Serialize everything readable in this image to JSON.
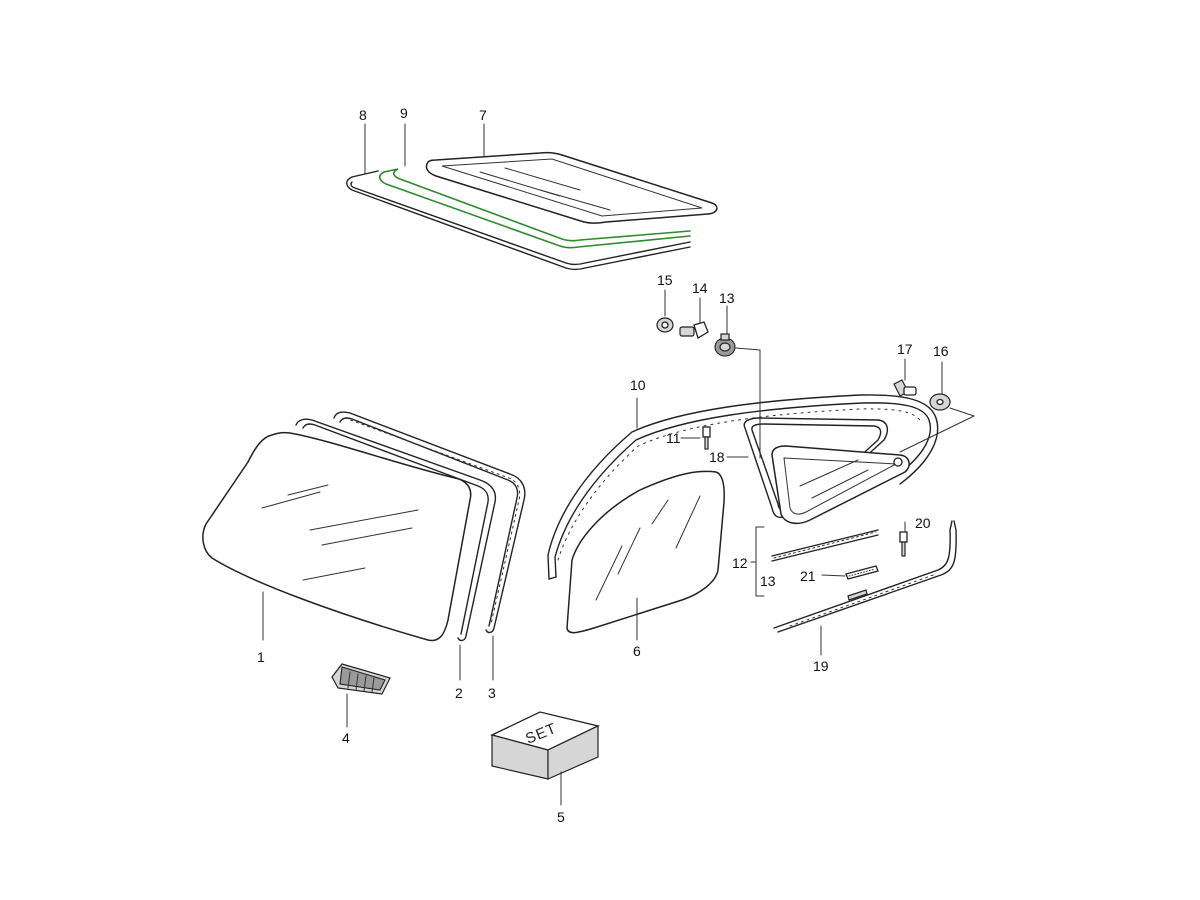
{
  "parts": {
    "p1": "1",
    "p2": "2",
    "p3": "3",
    "p4": "4",
    "p5": "5",
    "p6": "6",
    "p7": "7",
    "p8": "8",
    "p9": "9",
    "p10": "10",
    "p11": "11",
    "p12": "12",
    "p13a": "13",
    "p13b": "13",
    "p14": "14",
    "p15": "15",
    "p16": "16",
    "p17": "17",
    "p18": "18",
    "p19": "19",
    "p20": "20",
    "p21": "21"
  },
  "set_box_label": "SET",
  "colors": {
    "line": "#222222",
    "seal_highlight": "#2f8a2f"
  }
}
